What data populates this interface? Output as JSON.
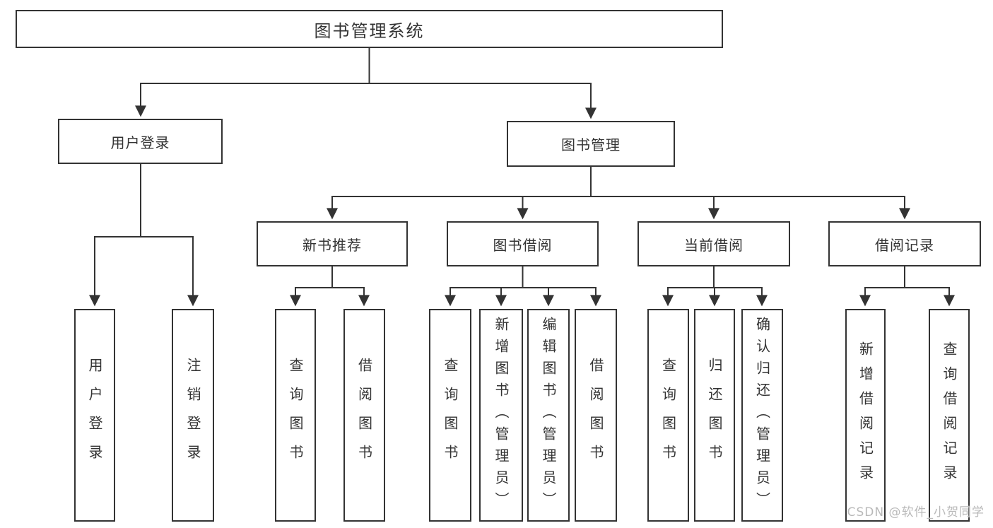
{
  "tree": {
    "root": "图书管理系统",
    "level2": {
      "user": "用户登录",
      "manage": "图书管理"
    },
    "level3": {
      "newbook": "新书推荐",
      "borrow": "图书借阅",
      "current": "当前借阅",
      "records": "借阅记录"
    },
    "leaves": {
      "user": [
        "用户登录",
        "注销登录"
      ],
      "newbook": [
        "查询图书",
        "借阅图书"
      ],
      "borrow": [
        "查询图书",
        "新增图书（管理员）",
        "编辑图书（管理员）",
        "借阅图书"
      ],
      "current": [
        "查询图书",
        "归还图书",
        "确认归还（管理员）"
      ],
      "records": [
        "新增借阅记录",
        "查询借阅记录"
      ]
    }
  },
  "watermark": "CSDN @软件_小贺同学",
  "colors": {
    "line": "#333333",
    "text": "#333333",
    "background": "#ffffff",
    "watermark": "#b9b9b9"
  }
}
